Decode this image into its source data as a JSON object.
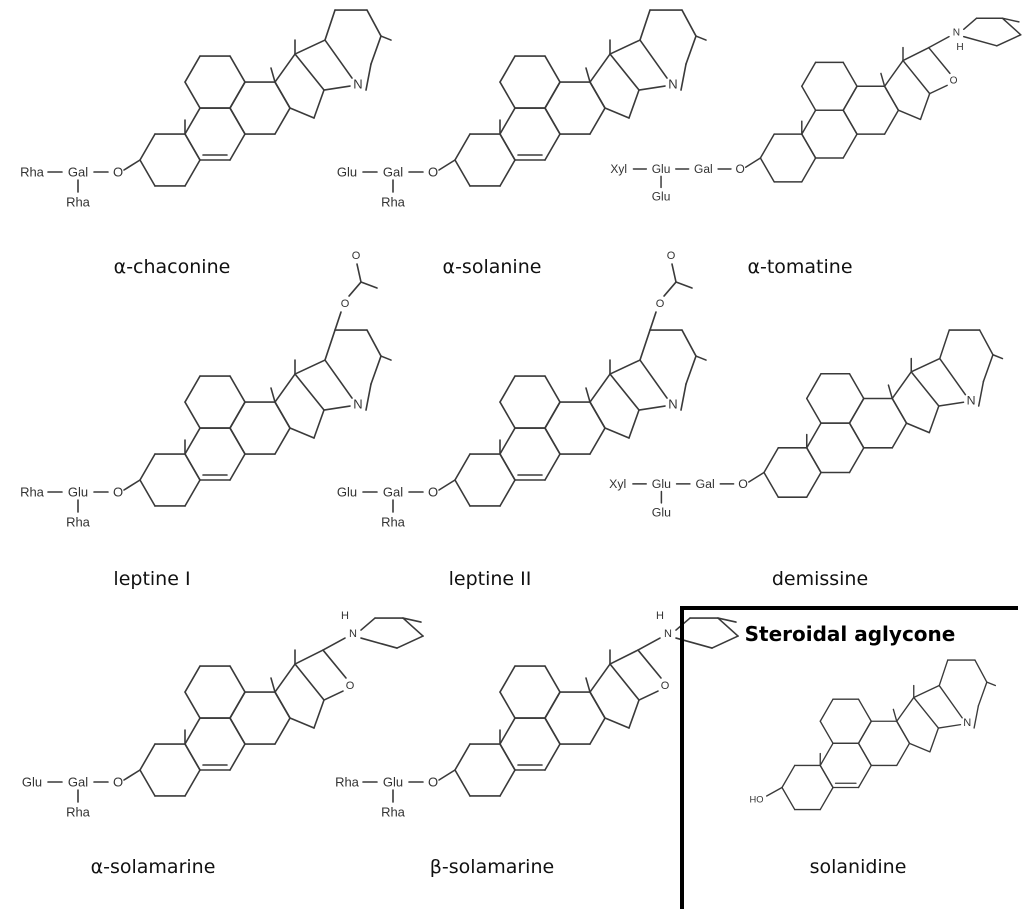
{
  "box": {
    "title": "Steroidal aglycone"
  },
  "compounds": [
    {
      "name": "α-chaconine",
      "variant": "A",
      "sugars": [
        {
          "text": "Rha",
          "role": "outer"
        },
        {
          "text": "Gal",
          "role": "core"
        },
        {
          "text": "Rha",
          "role": "branch"
        }
      ],
      "linker": "O",
      "ring_n": "N"
    },
    {
      "name": "α-solanine",
      "variant": "A",
      "sugars": [
        {
          "text": "Glu",
          "role": "outer"
        },
        {
          "text": "Gal",
          "role": "core"
        },
        {
          "text": "Rha",
          "role": "branch"
        }
      ],
      "linker": "O",
      "ring_n": "N"
    },
    {
      "name": "α-tomatine",
      "variant": "T",
      "sugars": [
        {
          "text": "Xyl",
          "role": "outer"
        },
        {
          "text": "Glu",
          "role": "mid"
        },
        {
          "text": "Gal",
          "role": "core"
        },
        {
          "text": "Glu",
          "role": "branch"
        }
      ],
      "linker": "O",
      "ring_n": "N",
      "ring_h": "H",
      "ring_o": "O"
    },
    {
      "name": "leptine I",
      "variant": "L",
      "sugars": [
        {
          "text": "Rha",
          "role": "outer"
        },
        {
          "text": "Glu",
          "role": "core"
        },
        {
          "text": "Rha",
          "role": "branch"
        }
      ],
      "linker": "O",
      "ring_n": "N",
      "acetyl_o": "O"
    },
    {
      "name": "leptine II",
      "variant": "L",
      "sugars": [
        {
          "text": "Glu",
          "role": "outer"
        },
        {
          "text": "Gal",
          "role": "core"
        },
        {
          "text": "Rha",
          "role": "branch"
        }
      ],
      "linker": "O",
      "ring_n": "N",
      "acetyl_o": "O"
    },
    {
      "name": "demissine",
      "variant": "D",
      "sugars": [
        {
          "text": "Xyl",
          "role": "outer"
        },
        {
          "text": "Glu",
          "role": "mid"
        },
        {
          "text": "Gal",
          "role": "core"
        },
        {
          "text": "Glu",
          "role": "branch"
        }
      ],
      "linker": "O",
      "ring_n": "N"
    },
    {
      "name": "α-solamarine",
      "variant": "S",
      "sugars": [
        {
          "text": "Glu",
          "role": "outer"
        },
        {
          "text": "Gal",
          "role": "core"
        },
        {
          "text": "Rha",
          "role": "branch"
        }
      ],
      "linker": "O",
      "ring_n": "N",
      "ring_h": "H",
      "ring_o": "O"
    },
    {
      "name": "β-solamarine",
      "variant": "S",
      "sugars": [
        {
          "text": "Rha",
          "role": "outer"
        },
        {
          "text": "Glu",
          "role": "core"
        },
        {
          "text": "Rha",
          "role": "branch"
        }
      ],
      "linker": "O",
      "ring_n": "N",
      "ring_h": "H",
      "ring_o": "O"
    },
    {
      "name": "solanidine",
      "variant": "A",
      "sugars": [
        {
          "text": "HO",
          "role": "hydroxyl"
        }
      ],
      "ring_n": "N"
    }
  ]
}
